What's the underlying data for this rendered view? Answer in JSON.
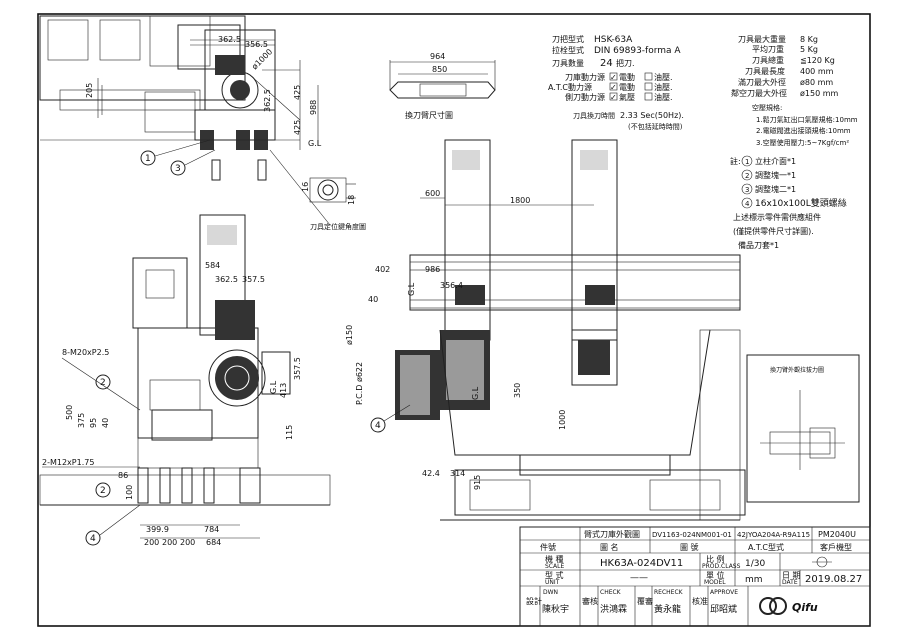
{
  "specs": {
    "tool_type_label": "刀把型式",
    "tool_type_value": "HSK-63A",
    "pull_stud_label": "拉栓型式",
    "pull_stud_value": "DIN 69893-forma A",
    "capacity_label": "刀具數量",
    "capacity_value": "24",
    "capacity_unit": "把刀.",
    "magazine_drive_label": "刀庫動力源",
    "atc_drive_label": "A.T.C動力源",
    "side_tool_drive_label": "側刀動力源",
    "opt_electric": "電動",
    "opt_hydraulic": "油壓.",
    "opt_pneumatic": "氣壓",
    "change_time_label": "刀具換刀時間",
    "change_time_value": "2.33 Sec(50Hz).",
    "change_time_note": "(不包括延時時間)"
  },
  "limits": {
    "max_weight_label": "刀具最大重量",
    "max_weight_value": "8 Kg",
    "avg_weight_label": "平均刀重",
    "avg_weight_value": "5 Kg",
    "total_weight_label": "刀具總重",
    "total_weight_value": "≦120 Kg",
    "max_length_label": "刀具最長度",
    "max_length_value": "400 mm",
    "full_dia_label": "滿刀最大外徑",
    "full_dia_value": "ø80 mm",
    "adj_dia_label": "鄰空刀最大外徑",
    "adj_dia_value": "ø150 mm",
    "air_title": "空壓規格:",
    "air_1": "1.鬆刀氣缸出口氣壓規格:10mm",
    "air_2": "2.電磁閥進出接頭規格:10mm",
    "air_3": "3.空壓使用壓力:5~7Kgf/cm²"
  },
  "notes": {
    "intro": "註:",
    "n1_num": "1",
    "n1": "立柱介面*1",
    "n2_num": "2",
    "n2": "調整塊一*1",
    "n3_num": "3",
    "n3": "調整塊二*1",
    "n4_num": "4",
    "n4": "16x10x100L雙頭螺絲",
    "l5": "上述標示零件需供應組件",
    "l6": "(僅提供零件尺寸詳圖).",
    "l7": "備品刀套*1"
  },
  "dims": {
    "d362_5_a": "362.5",
    "d356_5": "356.5",
    "d205": "205",
    "d1000": "ø1000",
    "d362_5_v": "362.5",
    "d425_a": "425",
    "d988": "988",
    "d425_b": "425",
    "d16": "16",
    "d18": "18",
    "gl": "G.L",
    "d964": "964",
    "d850": "850",
    "d600": "600",
    "d1800": "1800",
    "d402": "402",
    "d986": "986",
    "d356_4": "356.4",
    "d40": "40",
    "d150": "ø150",
    "pcd": "P.C.D ø622",
    "d584": "584",
    "d362_5_b": "362.5",
    "d357_5_a": "357.5",
    "d357_5_b": "357.5",
    "d413": "413",
    "d115": "115",
    "d500": "500",
    "d375": "375",
    "d95": "95",
    "d40b": "40",
    "d86": "86",
    "d100": "100",
    "d399_9": "399.9",
    "d784": "784",
    "d200": "200",
    "d684": "684",
    "d350": "350",
    "d1000b": "1000",
    "d42_4": "42.4",
    "d314": "314",
    "d915": "915",
    "thread1": "8-M20xP2.5",
    "thread2": "2-M12xP1.75",
    "detail_caption": "刀具定位鍵角度圖",
    "arm_caption": "換刀臂尺寸圖",
    "inset_title": "換刀臂外觀拉拔力圖",
    "num1": "1",
    "num2": "2",
    "num3": "3",
    "num4": "4"
  },
  "title_block": {
    "r1_name": "臂式刀庫外觀圖",
    "r1_dwg": "DV1163-024NM001-01",
    "r1_code": "42JYOA204A-R9A115",
    "r1_model": "PM2040U",
    "h_part": "件號",
    "h_name": "圖 名",
    "h_dwgno": "圖 號",
    "h_atc": "A.T.C型式",
    "h_customer": "客戶機型",
    "machine_label": "機 種",
    "machine_sub": "SCALE",
    "machine_value": "HK63A-024DV11",
    "scale_label": "比 例",
    "scale_sub": "PROD.CLASS",
    "scale_value": "1/30",
    "type_label": "型 式",
    "type_sub": "UNIT",
    "type_value": "——",
    "unit_label": "單 位",
    "unit_sub": "MODEL",
    "unit_value": "mm",
    "date_label": "日 期",
    "date_sub": "DATE",
    "date_value": "2019.08.27",
    "design_vlabel": "設計",
    "dwn_label": "DWN",
    "dwn_value": "陳秋宇",
    "check_vlabel": "審核",
    "check_label": "CHECK",
    "check_value": "洪鴻霖",
    "recheck_vlabel": "覆審",
    "recheck_label": "RECHECK",
    "recheck_value": "黃永龍",
    "approve_vlabel": "核准",
    "approve_label": "APPROVE",
    "approve_value": "邱昭斌",
    "logo": "Qifu"
  }
}
